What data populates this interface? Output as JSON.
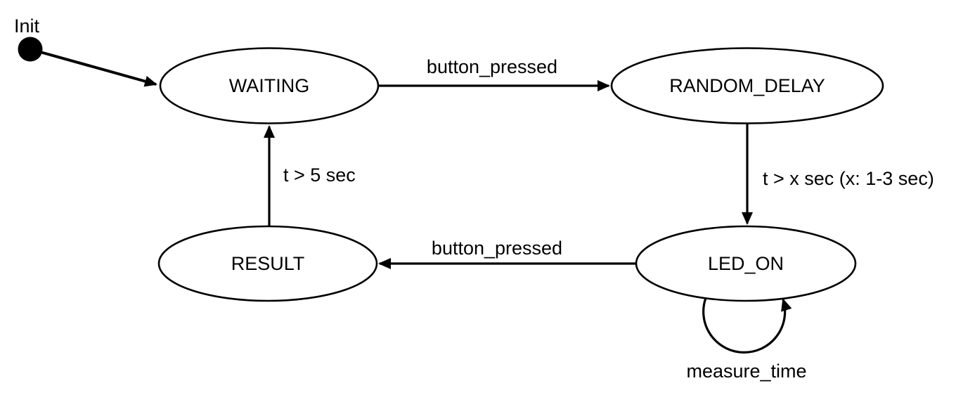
{
  "diagram": {
    "type": "state-machine",
    "background": "#ffffff",
    "stroke_color": "#000000",
    "text_color": "#000000",
    "init": {
      "label": "Init"
    },
    "states": [
      {
        "id": "waiting",
        "label": "WAITING"
      },
      {
        "id": "random_delay",
        "label": "RANDOM_DELAY"
      },
      {
        "id": "led_on",
        "label": "LED_ON"
      },
      {
        "id": "result",
        "label": "RESULT"
      }
    ],
    "transitions": [
      {
        "from": "init",
        "to": "waiting",
        "label": ""
      },
      {
        "from": "waiting",
        "to": "random_delay",
        "label": "button_pressed"
      },
      {
        "from": "random_delay",
        "to": "led_on",
        "label": "t > x sec (x: 1-3 sec)"
      },
      {
        "from": "led_on",
        "to": "result",
        "label": "button_pressed"
      },
      {
        "from": "result",
        "to": "waiting",
        "label": "t > 5 sec"
      },
      {
        "from": "led_on",
        "to": "led_on",
        "label": "measure_time"
      }
    ]
  }
}
